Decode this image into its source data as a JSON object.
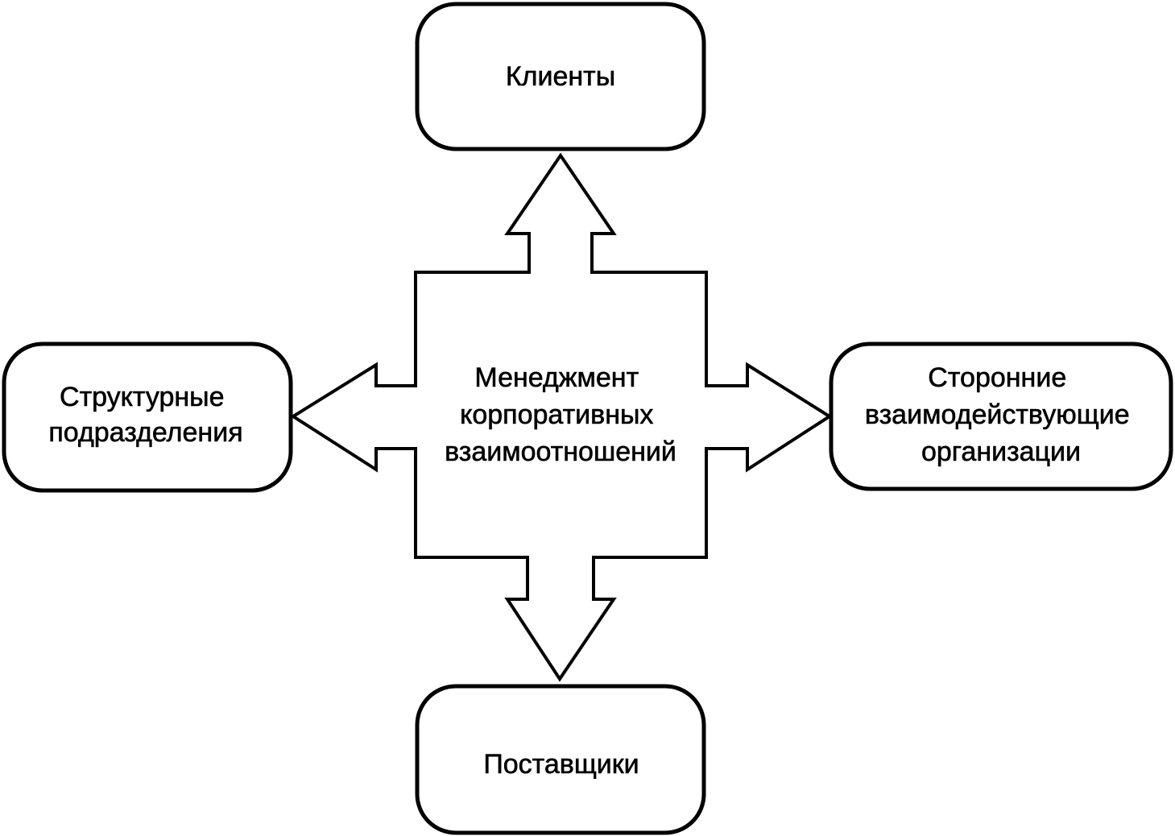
{
  "diagram": {
    "center": {
      "lines": [
        "Менеджмент",
        "корпоративных",
        "взаимоотношений"
      ]
    },
    "top": {
      "lines": [
        "Клиенты"
      ]
    },
    "bottom": {
      "lines": [
        "Поставщики"
      ]
    },
    "left": {
      "lines": [
        "Структурные",
        "подразделения"
      ]
    },
    "right": {
      "lines": [
        "Сторонние",
        "взаимодействующие",
        "организации"
      ]
    }
  }
}
